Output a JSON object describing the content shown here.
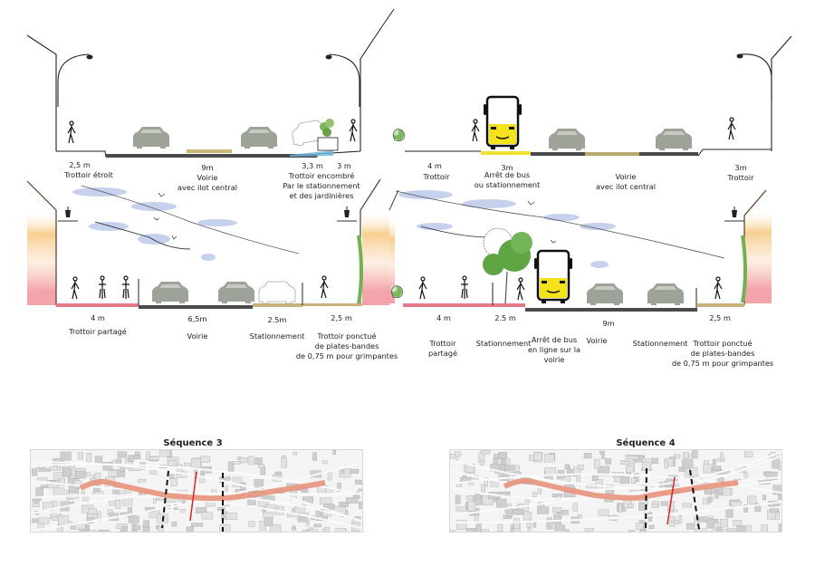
{
  "title": "Profils en travers – existant et projet, séquences 3 et 4",
  "colors": {
    "road": "#4a4a4a",
    "median": "#c9b776",
    "parking_beige": "#c8b27a",
    "sidewalk_pink": "#e37a86",
    "bus_yellow": "#f4e21c",
    "bus_stop_yellow": "#f0e030",
    "car_grey": "#9ea39a",
    "sky_blue": "#b9c6ea",
    "facade_warm": "#f6c77c",
    "facade_pink": "#f29aa0",
    "greenery": "#6fb24f",
    "route_line": "#e8937c",
    "section_cut": "#d9262a"
  },
  "sections": {
    "seq3_existing": {
      "labels": [
        {
          "width": "2,5 m",
          "desc": [
            "Trottoir étroit"
          ]
        },
        {
          "width": "9m",
          "desc": [
            "Voirie",
            "avec ilot central"
          ]
        },
        {
          "width": "3,3 m",
          "desc": [
            "Trottoir encombré",
            "Par le stationnement",
            "et  des jardinières"
          ]
        },
        {
          "width": "3 m",
          "desc": []
        }
      ]
    },
    "seq4_existing": {
      "labels": [
        {
          "width": "4 m",
          "desc": [
            "Trottoir"
          ]
        },
        {
          "width": "3m",
          "desc": [
            "Arrêt de bus",
            "ou stationnement"
          ]
        },
        {
          "width": "",
          "desc": [
            "Voirie",
            "avec ilot central"
          ]
        },
        {
          "width": "3m",
          "desc": [
            "Trottoir"
          ]
        }
      ]
    },
    "seq3_project": {
      "labels": [
        {
          "width": "4 m",
          "desc": [
            "Trottoir partagé"
          ]
        },
        {
          "width": "6,5m",
          "desc": [
            "Voirie"
          ]
        },
        {
          "width": "2.5m",
          "desc": [
            "Stationnement"
          ]
        },
        {
          "width": "2,5 m",
          "desc": [
            "Trottoir ponctué",
            "de plates-bandes",
            "de 0,75 m pour grimpantes"
          ]
        }
      ]
    },
    "seq4_project": {
      "labels": [
        {
          "width": "4 m",
          "desc": [
            "Trottoir",
            "partagé"
          ]
        },
        {
          "width": "2.5 m",
          "desc": [
            "Stationnement"
          ]
        },
        {
          "width": "",
          "desc": [
            "Arrêt de bus",
            "en ligne  sur la",
            "voirie"
          ]
        },
        {
          "width": "9m",
          "desc": [
            "Voirie"
          ]
        },
        {
          "width": "",
          "desc": [
            "Stationnement"
          ]
        },
        {
          "width": "2,5 m",
          "desc": [
            "Trottoir ponctué",
            "de plates-bandes",
            "de 0,75 m pour grimpantes"
          ]
        }
      ]
    }
  },
  "maps": [
    {
      "title": "Séquence 3"
    },
    {
      "title": "Séquence 4"
    }
  ]
}
